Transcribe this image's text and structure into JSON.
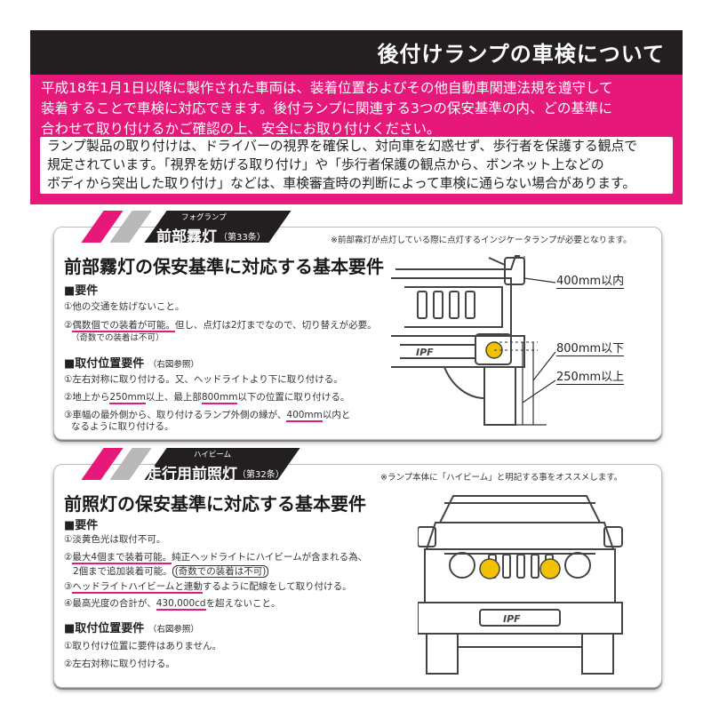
{
  "header": {
    "title": "後付けランプの車検について"
  },
  "intro": {
    "lines": [
      "平成18年1月1日以降に製作された車両は、装着位置およびその他自動車関連法規を遵守して",
      "装着することで車検に対応できます。後付ランプに関連する3つの保安基準の内、どの基準に",
      "合わせて取り付けるかご確認の上、安全にお取り付けください。"
    ]
  },
  "note": {
    "lines": [
      "ランプ製品の取り付けは、ドライバーの視界を確保し、対向車を幻惑せず、歩行者を保護する観点で",
      "規定されています。「視界を妨げる取り付け」や「歩行者保護の観点から、ボンネット上などの",
      "ボディから突出した取り付け」などは、車検審査時の判断によって車検に通らない場合があります。"
    ]
  },
  "fog": {
    "tab_small": "フォグランプ",
    "tab_title": "前部霧灯",
    "tab_article": "（第33条）",
    "note": "※前部霧灯が点灯している際に点灯するインジケータランプが必要となります。",
    "heading": "前部霧灯の保安基準に対応する基本要件",
    "req_title": "■要件",
    "req_1": "①他の交通を妨げないこと。",
    "req_2_prefix": "②",
    "req_2_hl": "偶数個での装着が可能。",
    "req_2_rest": "但し、点灯は2灯までなので、切り替えが必要。",
    "req_2b": "（奇数での装着は不可）",
    "pos_title": "■取付位置要件",
    "pos_ref": "（右図参照）",
    "pos_1": "①左右対称に取り付ける。又、ヘッドライトより下に取り付ける。",
    "pos_2_a": "②地上から",
    "pos_2_b": "250mm",
    "pos_2_c": "以上、最上部",
    "pos_2_d": "800mm",
    "pos_2_e": "以下の位置に取り付ける。",
    "pos_3_a": "③車幅の最外側から、取り付けるランプ外側の縁が、",
    "pos_3_b": "400mm",
    "pos_3_c": "以内と",
    "pos_3d": "なるように取り付ける。",
    "dim_400": "400mm以内",
    "dim_800": "800mm以下",
    "dim_250": "250mm以上"
  },
  "high": {
    "tab_small": "ハイビーム",
    "tab_title": "走行用前照灯",
    "tab_article": "（第32条）",
    "note": "※ランプ本体に「ハイビーム」と明記する事をオススメします。",
    "heading": "前照灯の保安基準に対応する基本要件",
    "req_title": "■要件",
    "req_1": "①淡黄色光は取付不可。",
    "req_2_prefix": "②",
    "req_2_hl": "最大4個まで装着可能。",
    "req_2_rest": "純正ヘッドライトにハイビームが含まれる為、",
    "req_2b_a": "2個まで追加装着可能。",
    "req_2b_box": "(奇数での装着は不可)",
    "req_3_prefix": "③",
    "req_3_hl": "ヘッドライトハイビームと連動",
    "req_3_rest": "するように配線をして取り付ける。",
    "req_4_a": "④最高光度の合計が、",
    "req_4_b": "430,000cd",
    "req_4_c": "を超えないこと。",
    "pos_title": "■取付位置要件",
    "pos_ref": "（右図参照）",
    "pos_1": "①取り付け位置に要件はありません。",
    "pos_2": "②左右対称に取り付ける。"
  },
  "colors": {
    "pink": "#e6187a",
    "dark": "#231f20",
    "lamp": "#f2c200"
  }
}
